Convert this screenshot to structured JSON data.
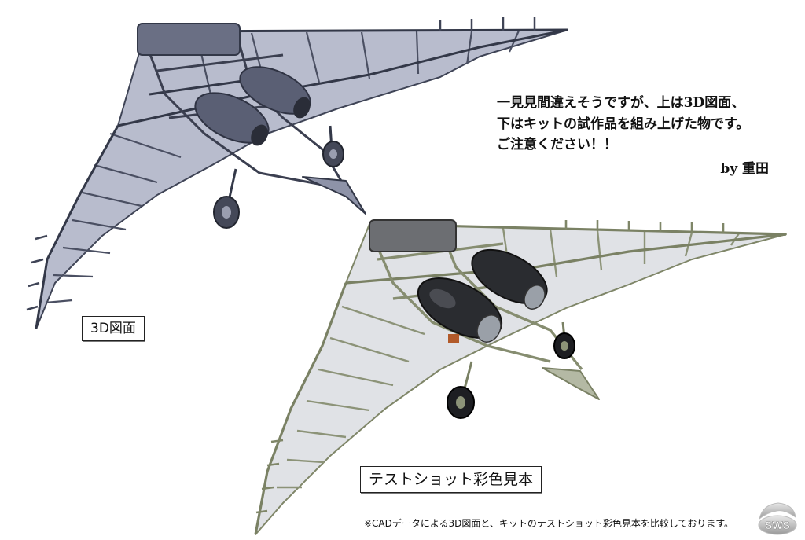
{
  "note": {
    "lines": [
      "一見見間違えそうですが、上は3D図面、",
      "下はキットの試作品を組み上げた物です。",
      "ご注意ください！！"
    ],
    "signature": "by 重田"
  },
  "labels": {
    "cad": "3D図面",
    "test_shot": "テストショット彩色見本"
  },
  "footnote": "※CADデータによる3D図面と、キットのテストショット彩色見本を比較しております。",
  "logo": {
    "text": "SWS"
  },
  "colors": {
    "cad_frame": "#4a4f62",
    "cad_panel": "#aeb3c8",
    "kit_frame": "#8c9378",
    "kit_panel": "#dcdee2",
    "engine": "#2a2c30"
  }
}
